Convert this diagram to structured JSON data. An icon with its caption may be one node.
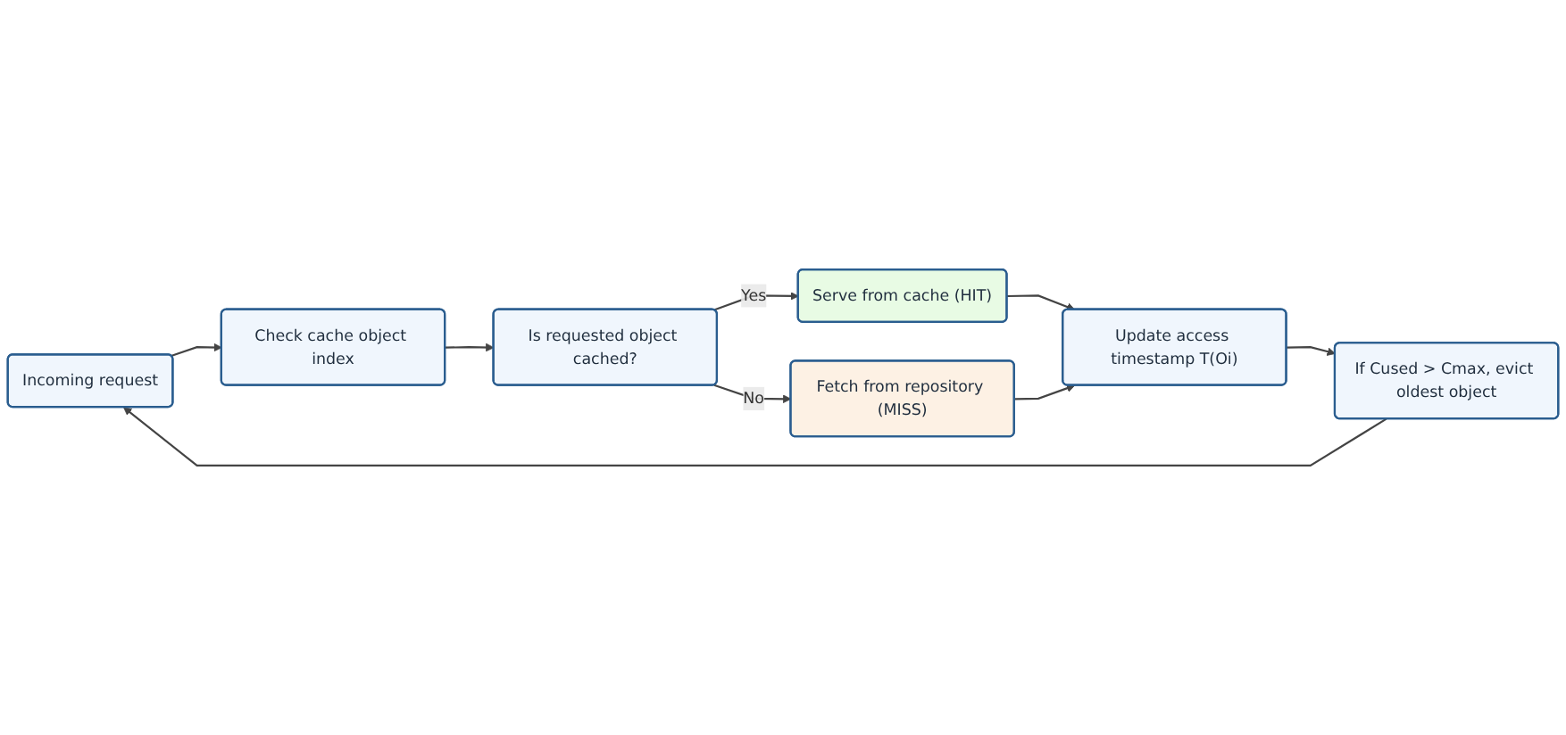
{
  "diagram": {
    "nodes": [
      {
        "text": [
          "Incoming request"
        ]
      },
      {
        "text": [
          "Check cache object index"
        ]
      },
      {
        "text": [
          "Is requested object cached?"
        ]
      },
      {
        "text": [
          "Serve from cache (HIT)"
        ]
      },
      {
        "text": [
          "Fetch from repository (MISS)"
        ]
      },
      {
        "text": [
          "Update access timestamp T(Oi)"
        ]
      },
      {
        "text": [
          "If Cused > Cmax, evict oldest object"
        ]
      }
    ],
    "edges": [
      {
        "from": 0,
        "to": 1,
        "arrow": "to"
      },
      {
        "from": 1,
        "to": 2,
        "arrow": "to"
      },
      {
        "from": 2,
        "to": 3,
        "arrow": "to",
        "label": "Yes"
      },
      {
        "from": 2,
        "to": 4,
        "arrow": "to",
        "label": "No"
      },
      {
        "from": 3,
        "to": 5,
        "arrow": "to"
      },
      {
        "from": 4,
        "to": 5,
        "arrow": "to"
      },
      {
        "from": 5,
        "to": 6,
        "arrow": "to"
      },
      {
        "from": 6,
        "to": 0,
        "arrow": "to"
      }
    ]
  }
}
